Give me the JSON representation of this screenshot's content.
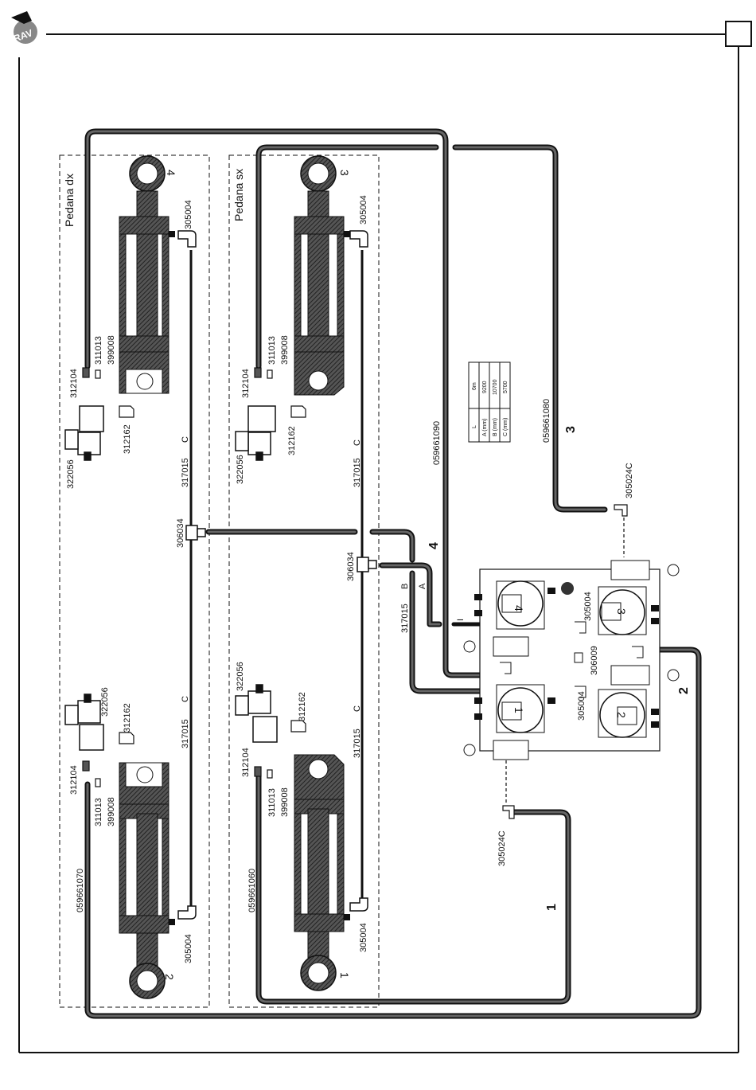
{
  "panels": {
    "right_label": "Pedana dx",
    "left_label": "Pedana sx"
  },
  "cylinders": {
    "cyl4_number": "4",
    "cyl3_number": "3",
    "cyl2_number": "2",
    "cyl1_number": "1"
  },
  "parts": {
    "p305004": "305004",
    "p311013": "311013",
    "p399008": "399008",
    "p312104": "312104",
    "p312162": "312162",
    "p322056": "322056",
    "p317015": "317015",
    "p306034": "306034",
    "p306009": "306009",
    "p305024C": "305024C",
    "letter_C": "C",
    "letter_A": "A",
    "letter_B": "B",
    "letter_I": "I"
  },
  "hoses": {
    "h059661070": "059661070",
    "h059661060": "059661060",
    "h059661090": "059661090",
    "h059661080": "059661080",
    "line1": "1",
    "line2": "2",
    "line3": "3",
    "line4": "4"
  },
  "valve_block": {
    "v4": "4",
    "v3": "3",
    "v1": "1",
    "v2": "2"
  },
  "length_table": {
    "col_header_label": "L",
    "col_header_value": "6m",
    "rows": [
      {
        "label": "A (mm)",
        "value": "9200"
      },
      {
        "label": "B (mm)",
        "value": "10700"
      },
      {
        "label": "C (mm)",
        "value": "5700"
      }
    ]
  }
}
